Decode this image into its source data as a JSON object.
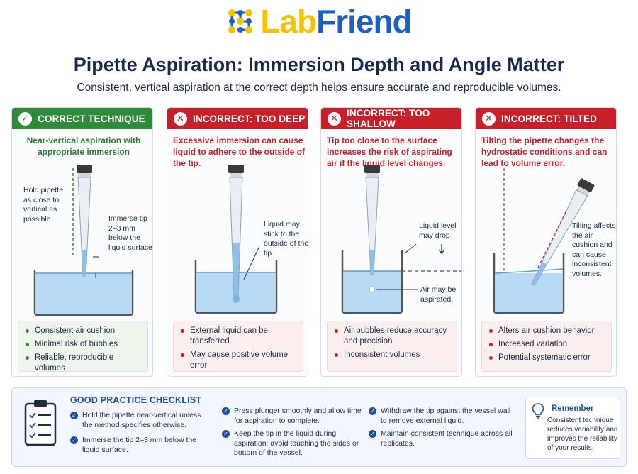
{
  "logo": {
    "part1": "Lab",
    "part2": "Friend"
  },
  "title": "Pipette Aspiration: Immersion Depth and Angle Matter",
  "subtitle": "Consistent, vertical aspiration at the correct depth helps ensure accurate and reproducible volumes.",
  "colors": {
    "correct": "#2f8a3a",
    "incorrect": "#c8202a",
    "accent": "#1f4fa0",
    "liquid": "#a9d1f2"
  },
  "panels": [
    {
      "header": "CORRECT TECHNIQUE",
      "icon": "check-icon",
      "desc": "Near-vertical aspiration with appropriate immersion",
      "annotations": [
        "Hold pipette as close to vertical as possible.",
        "Immerse tip 2–3 mm below the liquid surface."
      ],
      "bullets": [
        "Consistent air cushion",
        "Minimal risk of bubbles",
        "Reliable, reproducible volumes"
      ]
    },
    {
      "header": "INCORRECT: TOO DEEP",
      "icon": "x-icon",
      "desc": "Excessive immersion can cause liquid to adhere to the outside of the tip.",
      "annotations": [
        "Liquid may stick to the outside of the tip."
      ],
      "bullets": [
        "External liquid can be transferred",
        "May cause positive volume error"
      ]
    },
    {
      "header": "INCORRECT: TOO SHALLOW",
      "icon": "x-icon",
      "desc": "Tip too close to the surface increases the risk of aspirating air if the liquid level changes.",
      "annotations": [
        "Liquid level may drop",
        "Air may be aspirated."
      ],
      "bullets": [
        "Air bubbles reduce accuracy and precision",
        "Inconsistent volumes"
      ]
    },
    {
      "header": "INCORRECT: TILTED",
      "icon": "x-icon",
      "desc": "Tilting the pipette changes the hydrostatic conditions and can lead to volume error.",
      "annotations": [
        "Tilting affects the air cushion and can cause inconsistent volumes."
      ],
      "bullets": [
        "Alters air cushion behavior",
        "Increased variation",
        "Potential systematic error"
      ]
    }
  ],
  "checklist": {
    "title": "GOOD PRACTICE CHECKLIST",
    "items": [
      "Hold the pipette near-vertical unless the method specifies otherwise.",
      "Immerse the tip 2–3 mm below the liquid surface.",
      "Press plunger smoothly and allow time for aspiration to complete.",
      "Keep the tip in the liquid during aspiration; avoid touching the sides or bottom of the vessel.",
      "Withdraw the tip against the vessel wall to remove external liquid.",
      "Maintain consistent technique across all replicates."
    ]
  },
  "remember": {
    "title": "Remember",
    "text": "Consistent technique reduces variability and improves the reliability of your results."
  }
}
